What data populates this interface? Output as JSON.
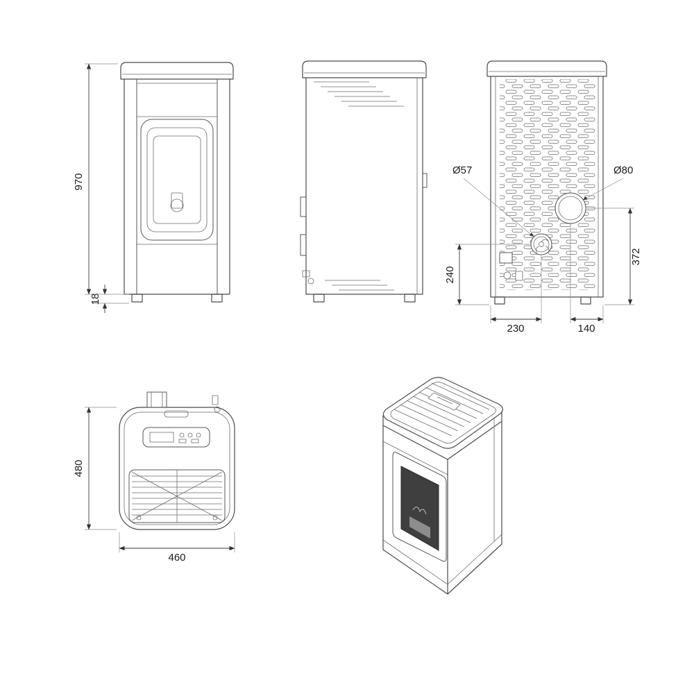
{
  "dimensions": {
    "front_height": "970",
    "base_height": "18",
    "flue_diameter": "Ø57",
    "exhaust_diameter": "Ø80",
    "flue_center_height": "240",
    "exhaust_center_height": "372",
    "flue_center_offset_x": "230",
    "exhaust_center_offset_x": "140",
    "top_depth": "480",
    "top_width": "460"
  }
}
